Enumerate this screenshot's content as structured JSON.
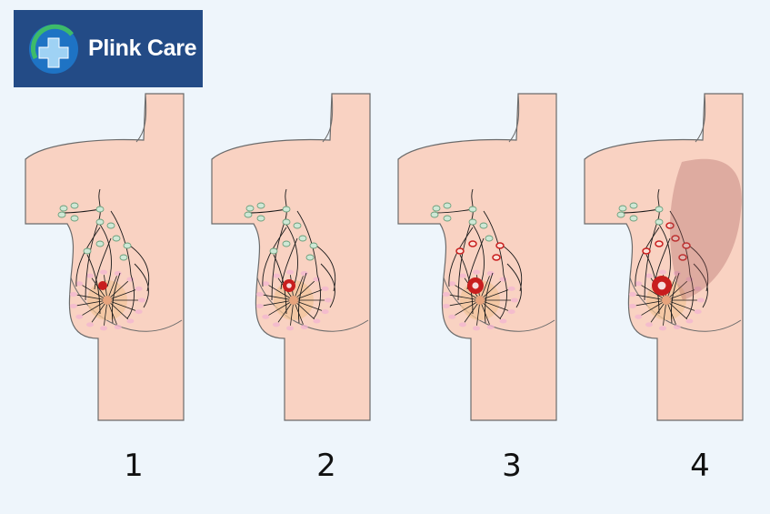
{
  "brand": {
    "name": "Plink Care",
    "icon": "medical-cross-icon"
  },
  "colors": {
    "background": "#eef5fb",
    "skin": "#f9d2c2",
    "outline": "#6b6b6b",
    "node": "#cfe8d6",
    "tumor": "#c81e1e",
    "vessel": "#1a1a1a",
    "lobule": "#f3b6cf",
    "areola": "#f2c49a"
  },
  "stages": [
    {
      "label": "1",
      "tumor_level": 1,
      "affected_nodes": 0,
      "skin_involvement": false
    },
    {
      "label": "2",
      "tumor_level": 2,
      "affected_nodes": 0,
      "skin_involvement": false
    },
    {
      "label": "3",
      "tumor_level": 3,
      "affected_nodes": 4,
      "skin_involvement": false
    },
    {
      "label": "4",
      "tumor_level": 4,
      "affected_nodes": 6,
      "skin_involvement": true
    }
  ]
}
